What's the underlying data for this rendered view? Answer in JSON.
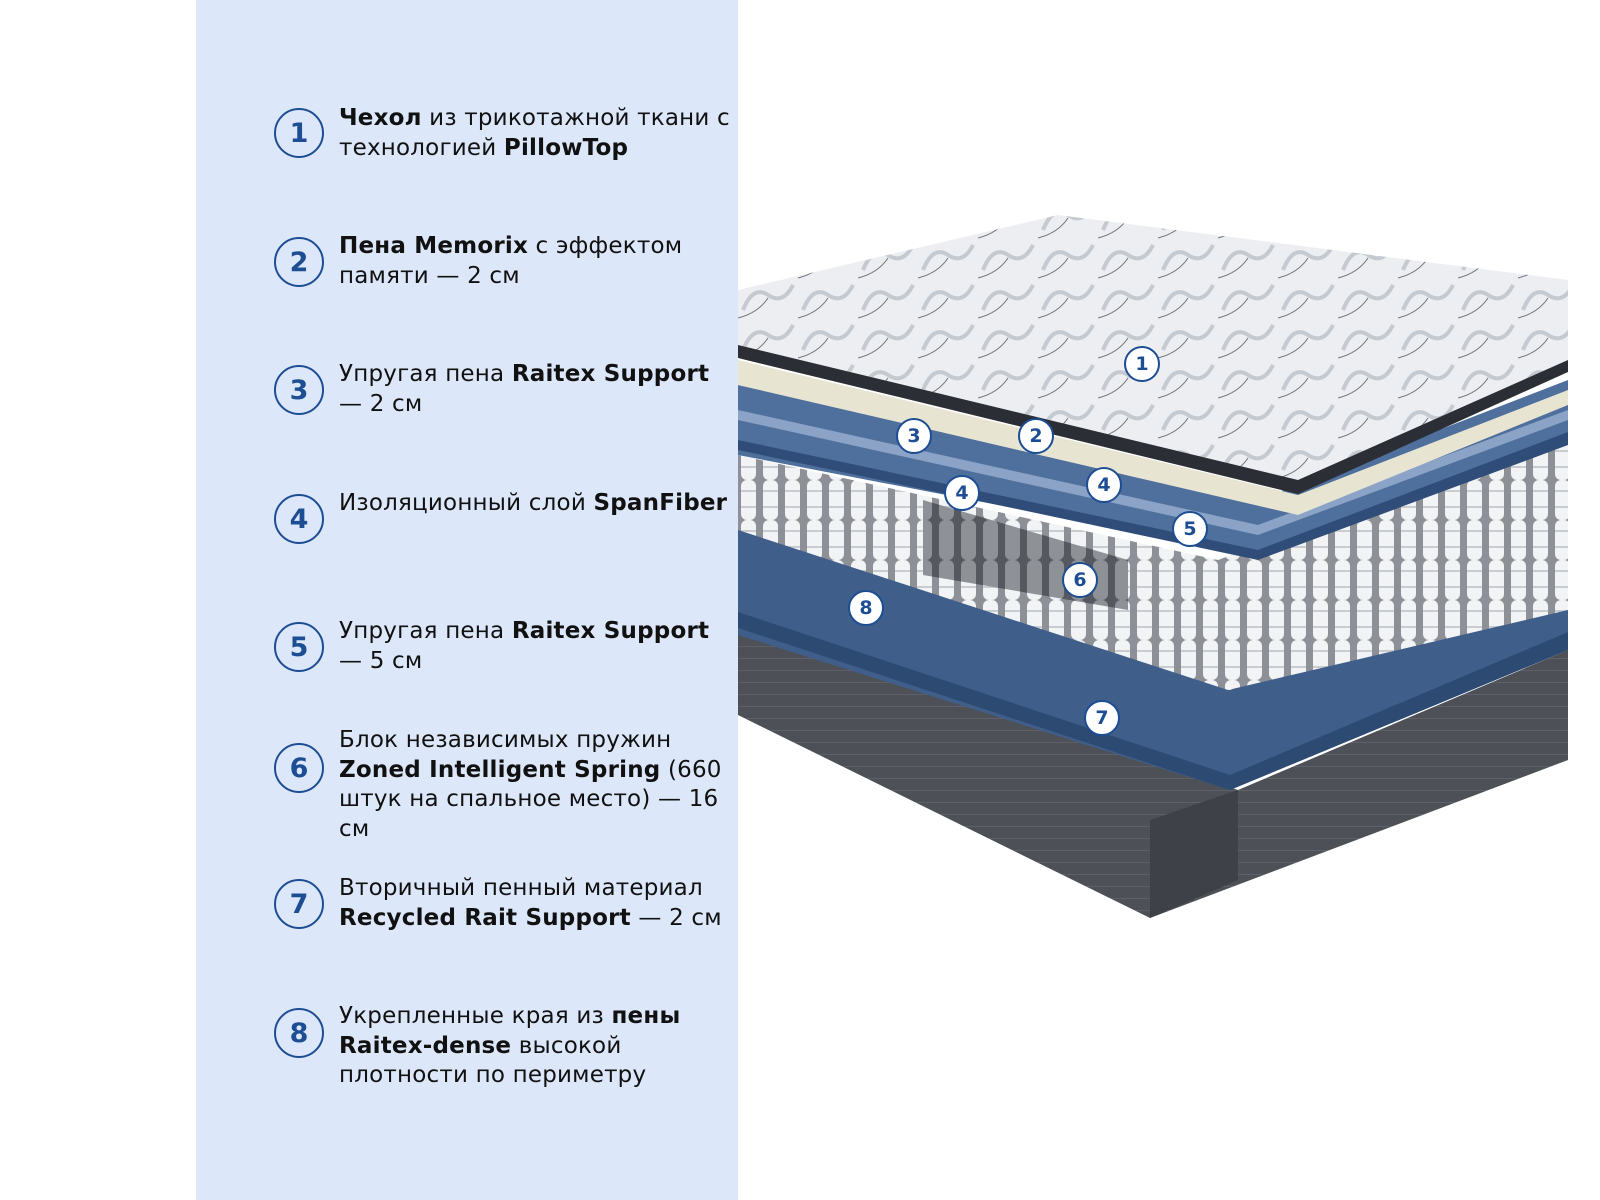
{
  "accent_color": "#1d4d93",
  "panel_color": "#dce8f9",
  "layers": [
    {
      "number": "1",
      "parts": [
        {
          "t": "Чехол",
          "b": true
        },
        {
          "t": " из трикотажной ткани с технологией ",
          "b": false
        },
        {
          "t": "PillowTop",
          "b": true
        }
      ]
    },
    {
      "number": "2",
      "parts": [
        {
          "t": "Пена Memorix",
          "b": true
        },
        {
          "t": " с эффектом памяти — 2 см",
          "b": false
        }
      ]
    },
    {
      "number": "3",
      "parts": [
        {
          "t": "Упругая пена ",
          "b": false
        },
        {
          "t": "Raitex Support",
          "b": true
        },
        {
          "t": " — 2 см",
          "b": false
        }
      ]
    },
    {
      "number": "4",
      "parts": [
        {
          "t": "Изоляционный слой ",
          "b": false
        },
        {
          "t": "SpanFiber",
          "b": true
        }
      ]
    },
    {
      "number": "5",
      "parts": [
        {
          "t": "Упругая пена ",
          "b": false
        },
        {
          "t": "Raitex Support",
          "b": true
        },
        {
          "t": " — 5 см",
          "b": false
        }
      ]
    },
    {
      "number": "6",
      "parts": [
        {
          "t": "Блок независимых пружин ",
          "b": false
        },
        {
          "t": "Zoned Intelligent Spring",
          "b": true
        },
        {
          "t": " (660 штук на спальное место) — 16 см",
          "b": false
        }
      ]
    },
    {
      "number": "7",
      "parts": [
        {
          "t": "Вторичный пенный материал ",
          "b": false
        },
        {
          "t": "Recycled Rait Support",
          "b": true
        },
        {
          "t": " — 2 см",
          "b": false
        }
      ]
    },
    {
      "number": "8",
      "parts": [
        {
          "t": "Укрепленные края из ",
          "b": false
        },
        {
          "t": "пены Raitex-dense",
          "b": true
        },
        {
          "t": " высокой плотности по периметру",
          "b": false
        }
      ]
    }
  ],
  "markers": [
    "1",
    "2",
    "3",
    "4",
    "4",
    "5",
    "6",
    "8",
    "7"
  ]
}
